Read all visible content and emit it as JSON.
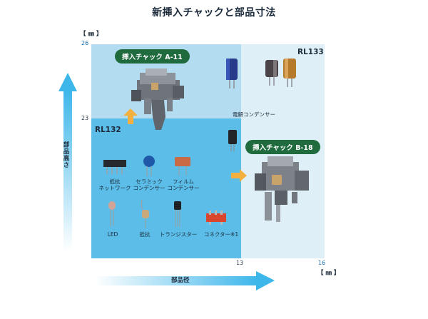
{
  "title": "新挿入チャックと部品寸法",
  "y_unit": "【 ㎜ 】",
  "x_unit": "【 ㎜ 】",
  "y_ticks": {
    "top": "26",
    "mid": "23"
  },
  "x_ticks": {
    "mid": "13",
    "right": "16"
  },
  "y_axis_label": "部品高さ",
  "x_axis_label": "部品径",
  "regions": {
    "rl132": "RL132",
    "rl133": "RL133"
  },
  "chucks": {
    "a": "挿入チャック A-11",
    "b": "挿入チャック B-18"
  },
  "components": {
    "network": [
      "抵抗",
      "ネットワーク"
    ],
    "ceramic": [
      "セラミック",
      "コンデンサー"
    ],
    "film": [
      "フィルム",
      "コンデンサー"
    ],
    "led": "LED",
    "resistor": "抵抗",
    "transistor": "トランジスター",
    "connector": "コネクター※1",
    "electrolytic": "電解コンデンサー"
  },
  "colors": {
    "rl132": "#5bbde8",
    "rl132_upper": "#b4dcf0",
    "rl133": "#dfeff8",
    "pill": "#1f6b3e",
    "arrow_orange": "#f4b03e",
    "axis_arrow": "#3db6ea"
  }
}
